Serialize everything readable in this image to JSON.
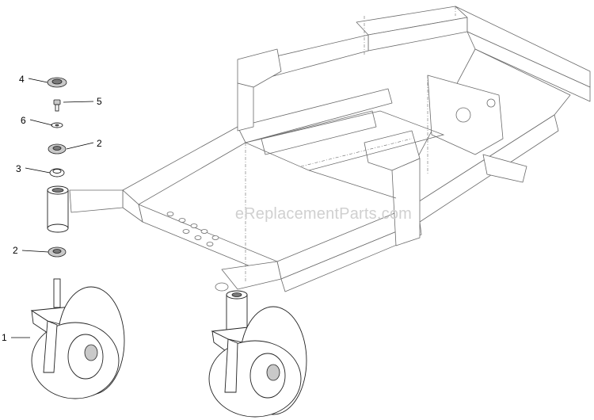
{
  "watermark": "eReplacementParts.com",
  "callouts": [
    {
      "id": "4",
      "label": "4"
    },
    {
      "id": "5",
      "label": "5"
    },
    {
      "id": "6",
      "label": "6"
    },
    {
      "id": "2a",
      "label": "2"
    },
    {
      "id": "3",
      "label": "3"
    },
    {
      "id": "2b",
      "label": "2"
    },
    {
      "id": "1",
      "label": "1"
    }
  ]
}
